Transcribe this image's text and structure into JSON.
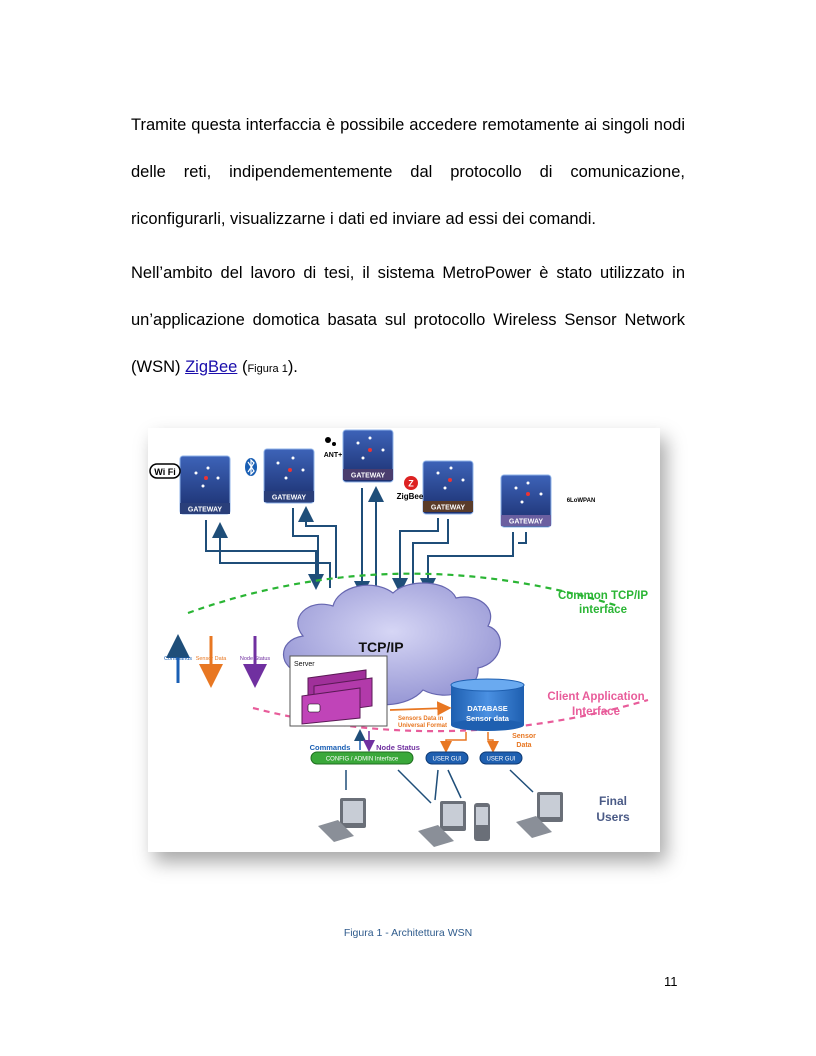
{
  "paragraph1": "Tramite questa interfaccia è possibile accedere remotamente ai singoli nodi delle reti, indipendementemente dal protocollo di comunicazione, riconfigurarli, visualizzarne i dati ed inviare ad essi dei comandi.",
  "paragraph2": {
    "text": "Nell’ambito del lavoro di tesi, il sistema MetroPower è stato utilizzato in un’applicazione domotica basata sul protocollo Wireless Sensor Network (WSN) ",
    "link": "ZigBee",
    "ref_open": " (",
    "ref": "Figura 1",
    "ref_close": ")."
  },
  "figure": {
    "gateway_label": "GATEWAY",
    "protocols": {
      "wifi": "Wi Fi",
      "ant": "ANT+",
      "zigbee": "ZigBee",
      "lowpan": "6LoWPAN"
    },
    "cloud_label": "TCP/IP",
    "common_interface": [
      "Common TCP/IP",
      "interface"
    ],
    "client_interface": [
      "Client Application",
      "Interface"
    ],
    "legend": {
      "commands": "Commands",
      "sensor_data": "Sensor Data",
      "node_status": "Node Status"
    },
    "server_label": "Server",
    "database": [
      "DATABASE",
      "Sensor data"
    ],
    "universal_format": [
      "Sensors Data in",
      "Universal Format"
    ],
    "arrow_commands": "Commands",
    "arrow_node_status": "Node Status",
    "arrow_sensor_data": [
      "Sensor",
      "Data"
    ],
    "config_interface": "CONFIG / ADMIN Interface",
    "user_gui": "USER GUI",
    "final_users": [
      "Final",
      "Users"
    ],
    "colors": {
      "blue_arrow": "#1f4e79",
      "orange": "#e87722",
      "purple": "#7030a0",
      "green": "#2ab534",
      "pink": "#e85c9a"
    }
  },
  "caption": "Figura 1 - Architettura WSN",
  "page_number": "11"
}
